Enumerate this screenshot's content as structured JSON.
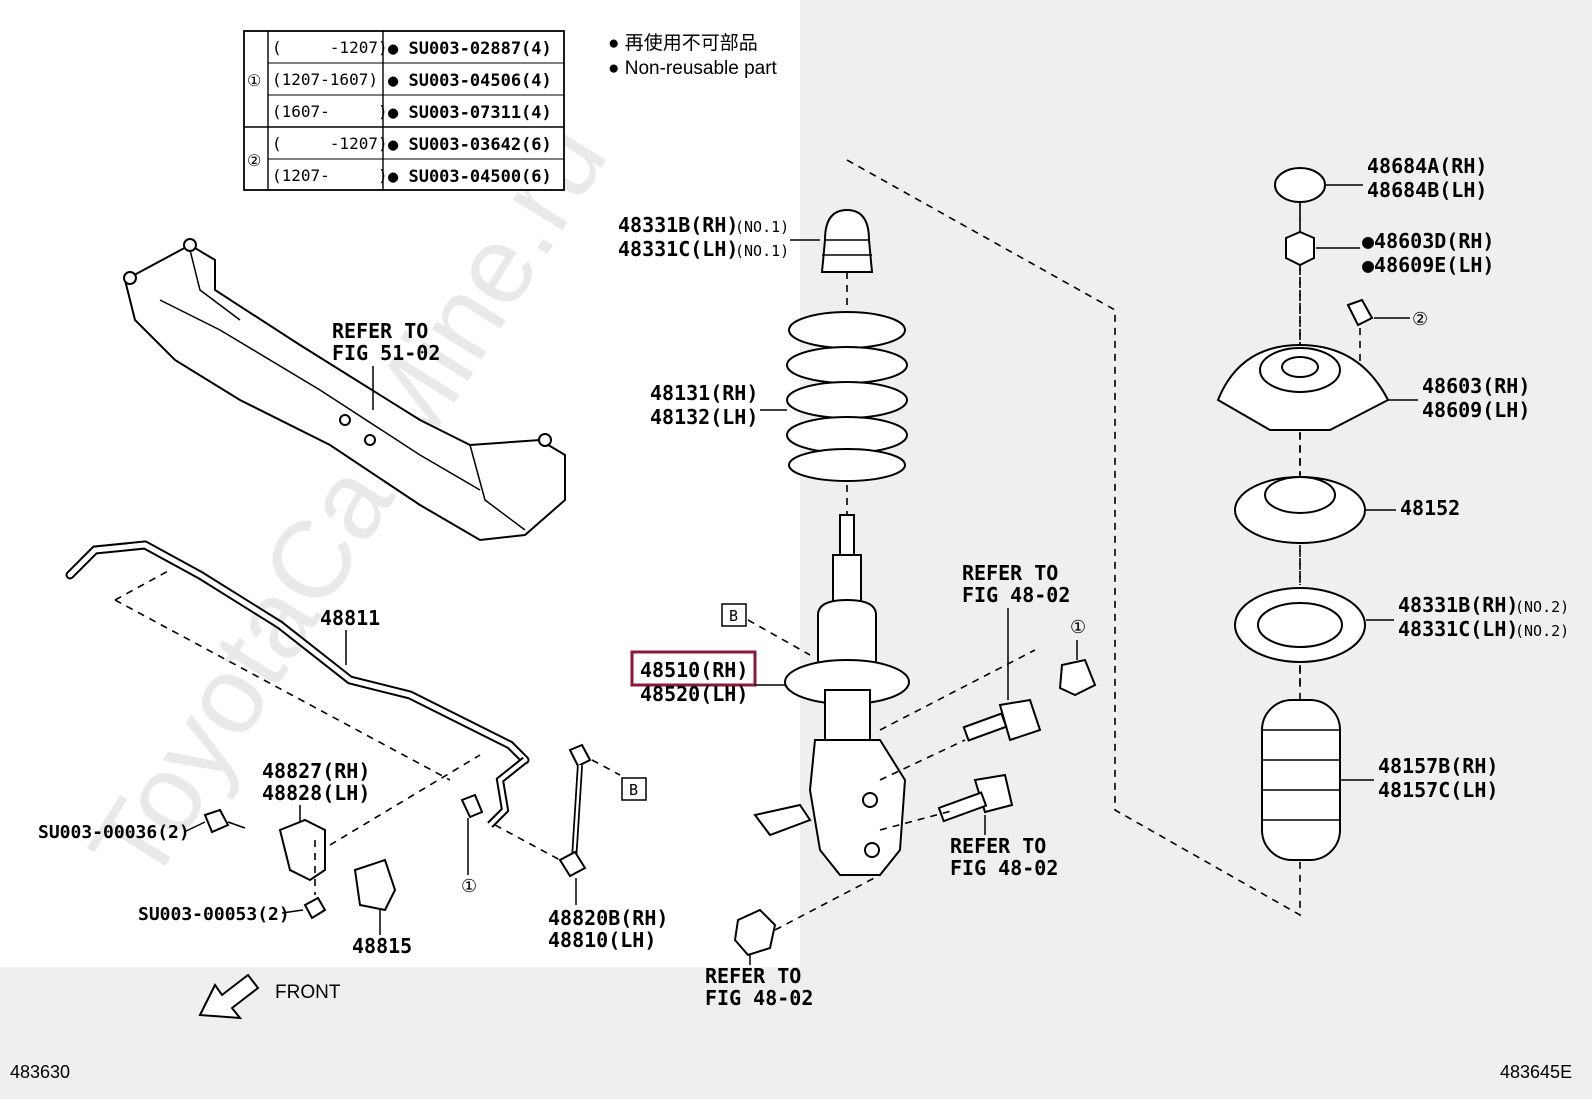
{
  "watermark": "ToyotaCarMine.ru",
  "legend": {
    "jp": "● 再使用不可部品",
    "en": "● Non-reusable part"
  },
  "table": {
    "groups": [
      {
        "mark": "①",
        "rows": [
          {
            "range": "(     -1207)",
            "part": "● SU003-02887(4)"
          },
          {
            "range": "(1207-1607)",
            "part": "● SU003-04506(4)"
          },
          {
            "range": "(1607-     )",
            "part": "● SU003-07311(4)"
          }
        ]
      },
      {
        "mark": "②",
        "rows": [
          {
            "range": "(     -1207)",
            "part": "● SU003-03642(6)"
          },
          {
            "range": "(1207-     )",
            "part": "● SU003-04500(6)"
          }
        ]
      }
    ]
  },
  "labels": {
    "refer_51_line1": "REFER TO",
    "refer_51_line2": "FIG 51-02",
    "p48811": "48811",
    "p48827": "48827(RH)",
    "p48828": "48828(LH)",
    "su36": "SU003-00036(2)",
    "su53": "SU003-00053(2)",
    "p48815": "48815",
    "p48820": "48820B(RH)",
    "p48810": "48810(LH)",
    "circle1": "①",
    "circle2": "②",
    "boxB": "B",
    "front": "FRONT",
    "p48331b_top": "48331B(RH)",
    "p48331c_top": "48331C(LH)",
    "no1": "(NO.1)",
    "p48131": "48131(RH)",
    "p48132": "48132(LH)",
    "p48510": "48510(RH)",
    "p48520": "48520(LH)",
    "refer_48_a1": "REFER TO",
    "refer_48_a2": "FIG 48-02",
    "refer_48_b1": "REFER TO",
    "refer_48_b2": "FIG 48-02",
    "refer_48_c1": "REFER TO",
    "refer_48_c2": "FIG 48-02",
    "p48684a": "48684A(RH)",
    "p48684b": "48684B(LH)",
    "p48603d": "●48603D(RH)",
    "p48609e": "●48609E(LH)",
    "p48603": "48603(RH)",
    "p48609": "48609(LH)",
    "p48152": "48152",
    "p48331b_bot": "48331B(RH)",
    "p48331c_bot": "48331C(LH)",
    "no2": "(NO.2)",
    "p48157b": "48157B(RH)",
    "p48157c": "48157C(LH)",
    "code_left": "483630",
    "code_right": "483645E"
  },
  "colors": {
    "highlight": "#8b1a3a"
  }
}
